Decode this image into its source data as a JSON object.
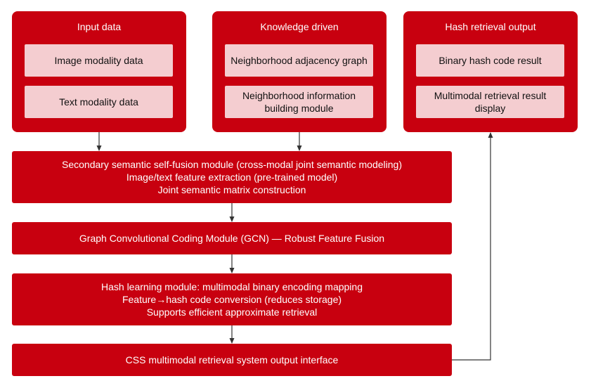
{
  "input_group": {
    "title": "Input data",
    "items": [
      "Image modality data",
      "Text modality data"
    ]
  },
  "knowledge_group": {
    "title": "Knowledge driven",
    "items": [
      "Neighborhood adjacency graph",
      "Neighborhood information building module"
    ]
  },
  "output_group": {
    "title": "Hash retrieval output",
    "items": [
      "Binary hash code result",
      "Multimodal retrieval result display"
    ]
  },
  "fusion_module": {
    "lines": [
      "Secondary semantic self-fusion module (cross-modal joint semantic modeling)",
      "Image/text feature extraction (pre-trained model)",
      "Joint semantic matrix construction"
    ]
  },
  "gcn_module": {
    "label": "Graph Convolutional Coding Module (GCN) — Robust Feature Fusion"
  },
  "hash_module": {
    "lines": [
      "Hash learning module: multimodal binary encoding mapping",
      "Feature→hash code conversion (reduces storage)",
      "Supports efficient approximate retrieval"
    ]
  },
  "output_interface": {
    "label": "CSS multimodal retrieval system output interface"
  },
  "colors": {
    "module_red": "#c8000f",
    "item_pink": "#f4cdd0",
    "connector": "#333333"
  }
}
